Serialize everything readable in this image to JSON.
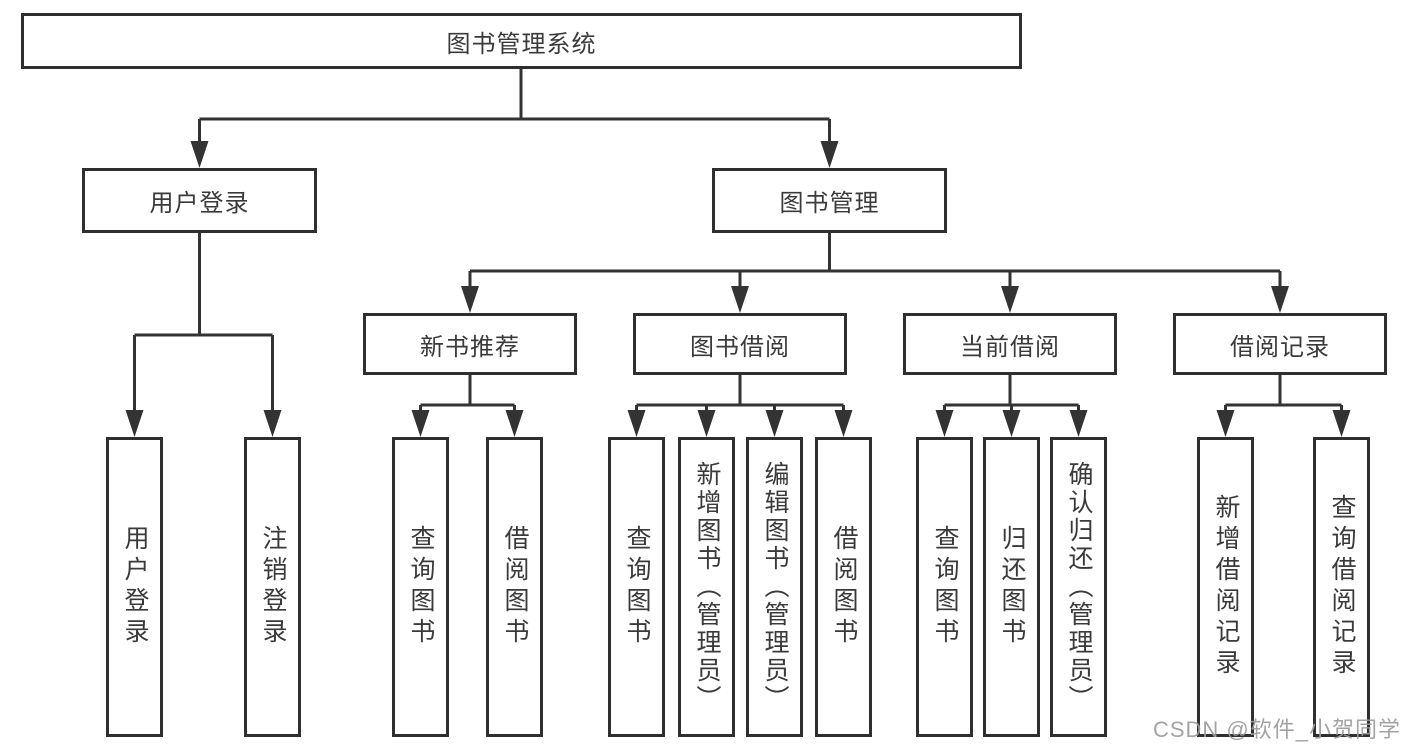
{
  "root_label": "图书管理系统",
  "level2": [
    {
      "label": "用户登录"
    },
    {
      "label": "图书管理"
    }
  ],
  "level3": [
    {
      "label": "新书推荐"
    },
    {
      "label": "图书借阅"
    },
    {
      "label": "当前借阅"
    },
    {
      "label": "借阅记录"
    }
  ],
  "leaves": [
    {
      "label": "用户登录"
    },
    {
      "label": "注销登录"
    },
    {
      "label": "查询图书"
    },
    {
      "label": "借阅图书"
    },
    {
      "label": "查询图书"
    },
    {
      "label": "新增图书（管理员）"
    },
    {
      "label": "编辑图书（管理员）"
    },
    {
      "label": "借阅图书"
    },
    {
      "label": "查询图书"
    },
    {
      "label": "归还图书"
    },
    {
      "label": "确认归还（管理员）"
    },
    {
      "label": "新增借阅记录"
    },
    {
      "label": "查询借阅记录"
    }
  ],
  "watermark": {
    "text": "CSDN @软件_小贺同学"
  },
  "colors": {
    "line": "#333333",
    "box_border": "#2f2f2f",
    "text": "#3a3a3a",
    "watermark": "#9c9c9c",
    "background": "#ffffff"
  }
}
